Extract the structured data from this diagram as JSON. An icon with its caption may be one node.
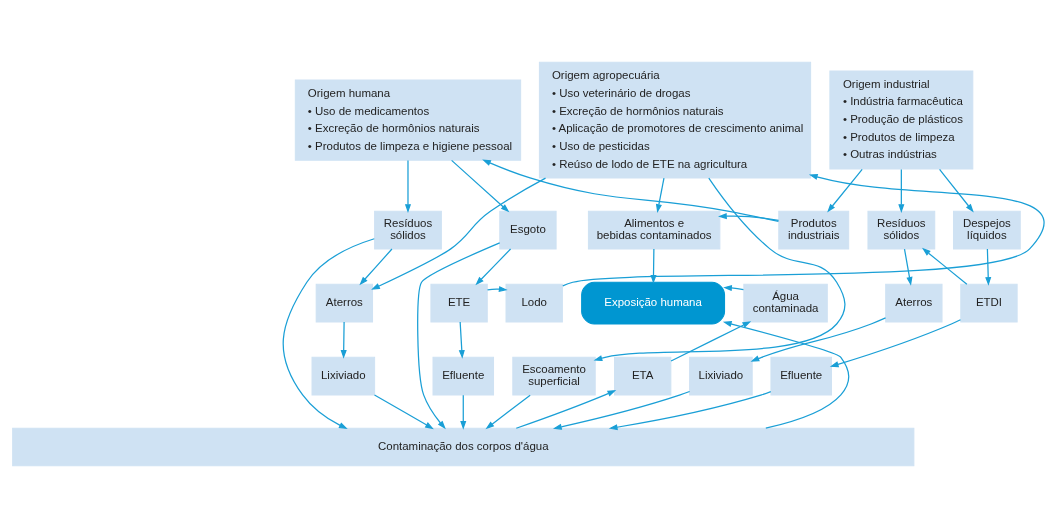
{
  "diagram": {
    "nodes": [
      {
        "text": [
          "Origem humana",
          "• Uso de medicamentos",
          "• Excreção de hormônios naturais",
          "• Produtos de limpeza e higiene pessoal"
        ]
      },
      {
        "text": [
          "Origem agropecuária",
          "• Uso veterinário de drogas",
          "• Excreção de hormônios naturais",
          "• Aplicação de promotores de crescimento animal",
          "• Uso de pesticidas",
          "• Reúso de lodo de ETE na agricultura"
        ]
      },
      {
        "text": [
          "Origem industrial",
          "• Indústria farmacêutica",
          "• Produção de plásticos",
          "• Produtos de limpeza",
          "• Outras indústrias"
        ]
      },
      {
        "text": [
          "Resíduos sólidos"
        ]
      },
      {
        "text": [
          "Esgoto"
        ]
      },
      {
        "text": [
          "Alimentos e bebidas contaminados"
        ]
      },
      {
        "text": [
          "Produtos industriais"
        ]
      },
      {
        "text": [
          "Resíduos sólidos"
        ]
      },
      {
        "text": [
          "Despejos líquidos"
        ]
      },
      {
        "text": [
          "Aterros"
        ]
      },
      {
        "text": [
          "ETE"
        ]
      },
      {
        "text": [
          "Lodo"
        ]
      },
      {
        "text": [
          "Exposição humana"
        ]
      },
      {
        "text": [
          "Água contaminada"
        ]
      },
      {
        "text": [
          "Aterros"
        ]
      },
      {
        "text": [
          "ETDI"
        ]
      },
      {
        "text": [
          "Lixiviado"
        ]
      },
      {
        "text": [
          "Efluente"
        ]
      },
      {
        "text": [
          "Escoamento superficial"
        ]
      },
      {
        "text": [
          "ETA"
        ]
      },
      {
        "text": [
          "Lixiviado"
        ]
      },
      {
        "text": [
          "Efluente"
        ]
      },
      {
        "text": [
          "Contaminação dos corpos d'água"
        ]
      }
    ],
    "edges": [
      {
        "from": 0,
        "to": 3,
        "arrow": "to"
      },
      {
        "from": 0,
        "to": 4,
        "arrow": "to"
      },
      {
        "from": 1,
        "to": 5,
        "arrow": "to"
      },
      {
        "from": 2,
        "to": 6,
        "arrow": "to"
      },
      {
        "from": 2,
        "to": 7,
        "arrow": "to"
      },
      {
        "from": 2,
        "to": 8,
        "arrow": "to"
      },
      {
        "from": 6,
        "to": 0,
        "arrow": "to"
      },
      {
        "from": 6,
        "to": 5,
        "arrow": "to"
      },
      {
        "from": 3,
        "to": 9,
        "arrow": "to"
      },
      {
        "from": 3,
        "to": 22,
        "arrow": "to"
      },
      {
        "from": 4,
        "to": 22,
        "arrow": "to"
      },
      {
        "from": 4,
        "to": 10,
        "arrow": "to"
      },
      {
        "from": 1,
        "to": 9,
        "arrow": "to"
      },
      {
        "from": 1,
        "to": 18,
        "arrow": "to"
      },
      {
        "from": 10,
        "to": 11,
        "arrow": "to"
      },
      {
        "from": 11,
        "to": 1,
        "arrow": "to"
      },
      {
        "from": 5,
        "to": 12,
        "arrow": "to"
      },
      {
        "from": 13,
        "to": 12,
        "arrow": "to"
      },
      {
        "from": 8,
        "to": 15,
        "arrow": "to"
      },
      {
        "from": 15,
        "to": 7,
        "arrow": "to"
      },
      {
        "from": 7,
        "to": 14,
        "arrow": "to"
      },
      {
        "from": 9,
        "to": 16,
        "arrow": "to"
      },
      {
        "from": 10,
        "to": 17,
        "arrow": "to"
      },
      {
        "from": 19,
        "to": 13,
        "arrow": "to"
      },
      {
        "from": 14,
        "to": 20,
        "arrow": "to"
      },
      {
        "from": 15,
        "to": 21,
        "arrow": "to"
      },
      {
        "from": 16,
        "to": 22,
        "arrow": "to"
      },
      {
        "from": 17,
        "to": 22,
        "arrow": "to"
      },
      {
        "from": 18,
        "to": 22,
        "arrow": "to"
      },
      {
        "from": 22,
        "to": 19,
        "arrow": "to"
      },
      {
        "from": 22,
        "to": 12,
        "arrow": "to"
      },
      {
        "from": 20,
        "to": 22,
        "arrow": "to"
      },
      {
        "from": 21,
        "to": 22,
        "arrow": "to"
      }
    ]
  }
}
